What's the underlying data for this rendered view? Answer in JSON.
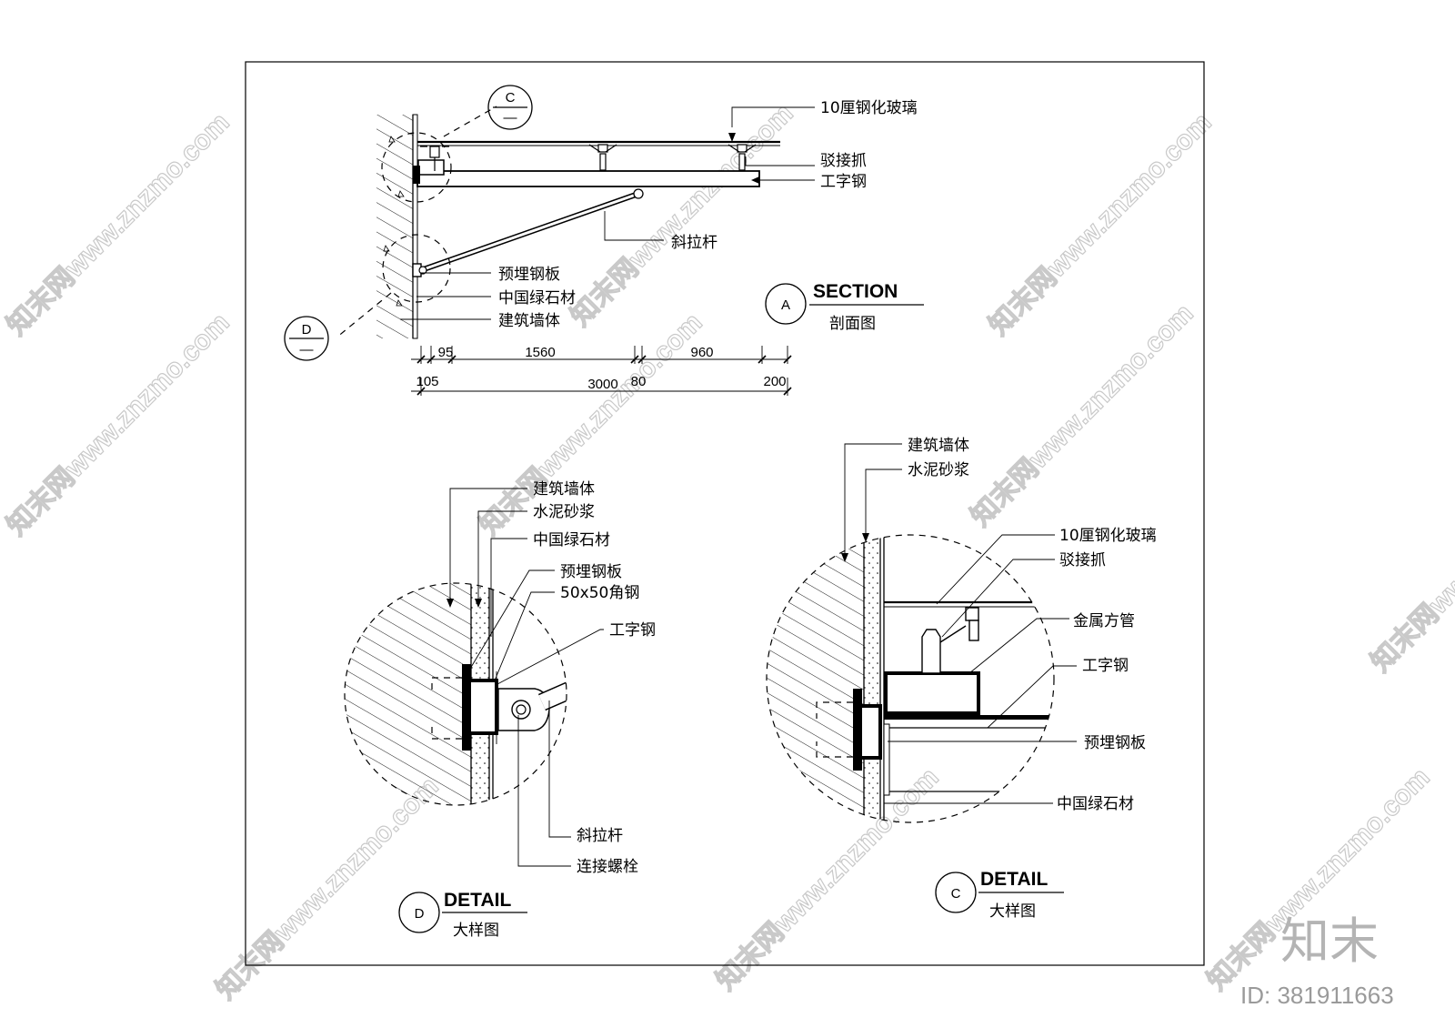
{
  "section_a": {
    "labels": {
      "glass": "10厘钢化玻璃",
      "spider_clamp": "驳接抓",
      "i_beam": "工字钢",
      "tie_rod": "斜拉杆",
      "embedded_plate": "预埋钢板",
      "green_stone": "中国绿石材",
      "wall": "建筑墙体"
    },
    "title_marker": "A",
    "title_en": "SECTION",
    "title_cn": "剖面图",
    "callout_c": "C",
    "callout_d": "D",
    "callout_dash": "—",
    "dimensions": {
      "d95": "95",
      "d1560": "1560",
      "d960": "960",
      "d105": "105",
      "d3000": "3000",
      "d80": "80",
      "d200": "200"
    }
  },
  "detail_d": {
    "labels": {
      "wall": "建筑墙体",
      "mortar": "水泥砂浆",
      "green_stone": "中国绿石材",
      "embedded_plate": "预埋钢板",
      "angle_steel": "50x50角钢",
      "i_beam": "工字钢",
      "tie_rod": "斜拉杆",
      "bolt": "连接螺栓"
    },
    "marker": "D",
    "title_en": "DETAIL",
    "title_cn": "大样图"
  },
  "detail_c": {
    "labels": {
      "wall": "建筑墙体",
      "mortar": "水泥砂浆",
      "glass": "10厘钢化玻璃",
      "spider_clamp": "驳接抓",
      "square_tube": "金属方管",
      "i_beam": "工字钢",
      "embedded_plate": "预埋钢板",
      "green_stone": "中国绿石材"
    },
    "marker": "C",
    "title_en": "DETAIL",
    "title_cn": "大样图"
  },
  "watermark": {
    "text": "知末网www.znzmo.com",
    "brand": "知末",
    "id": "ID: 381911663"
  }
}
